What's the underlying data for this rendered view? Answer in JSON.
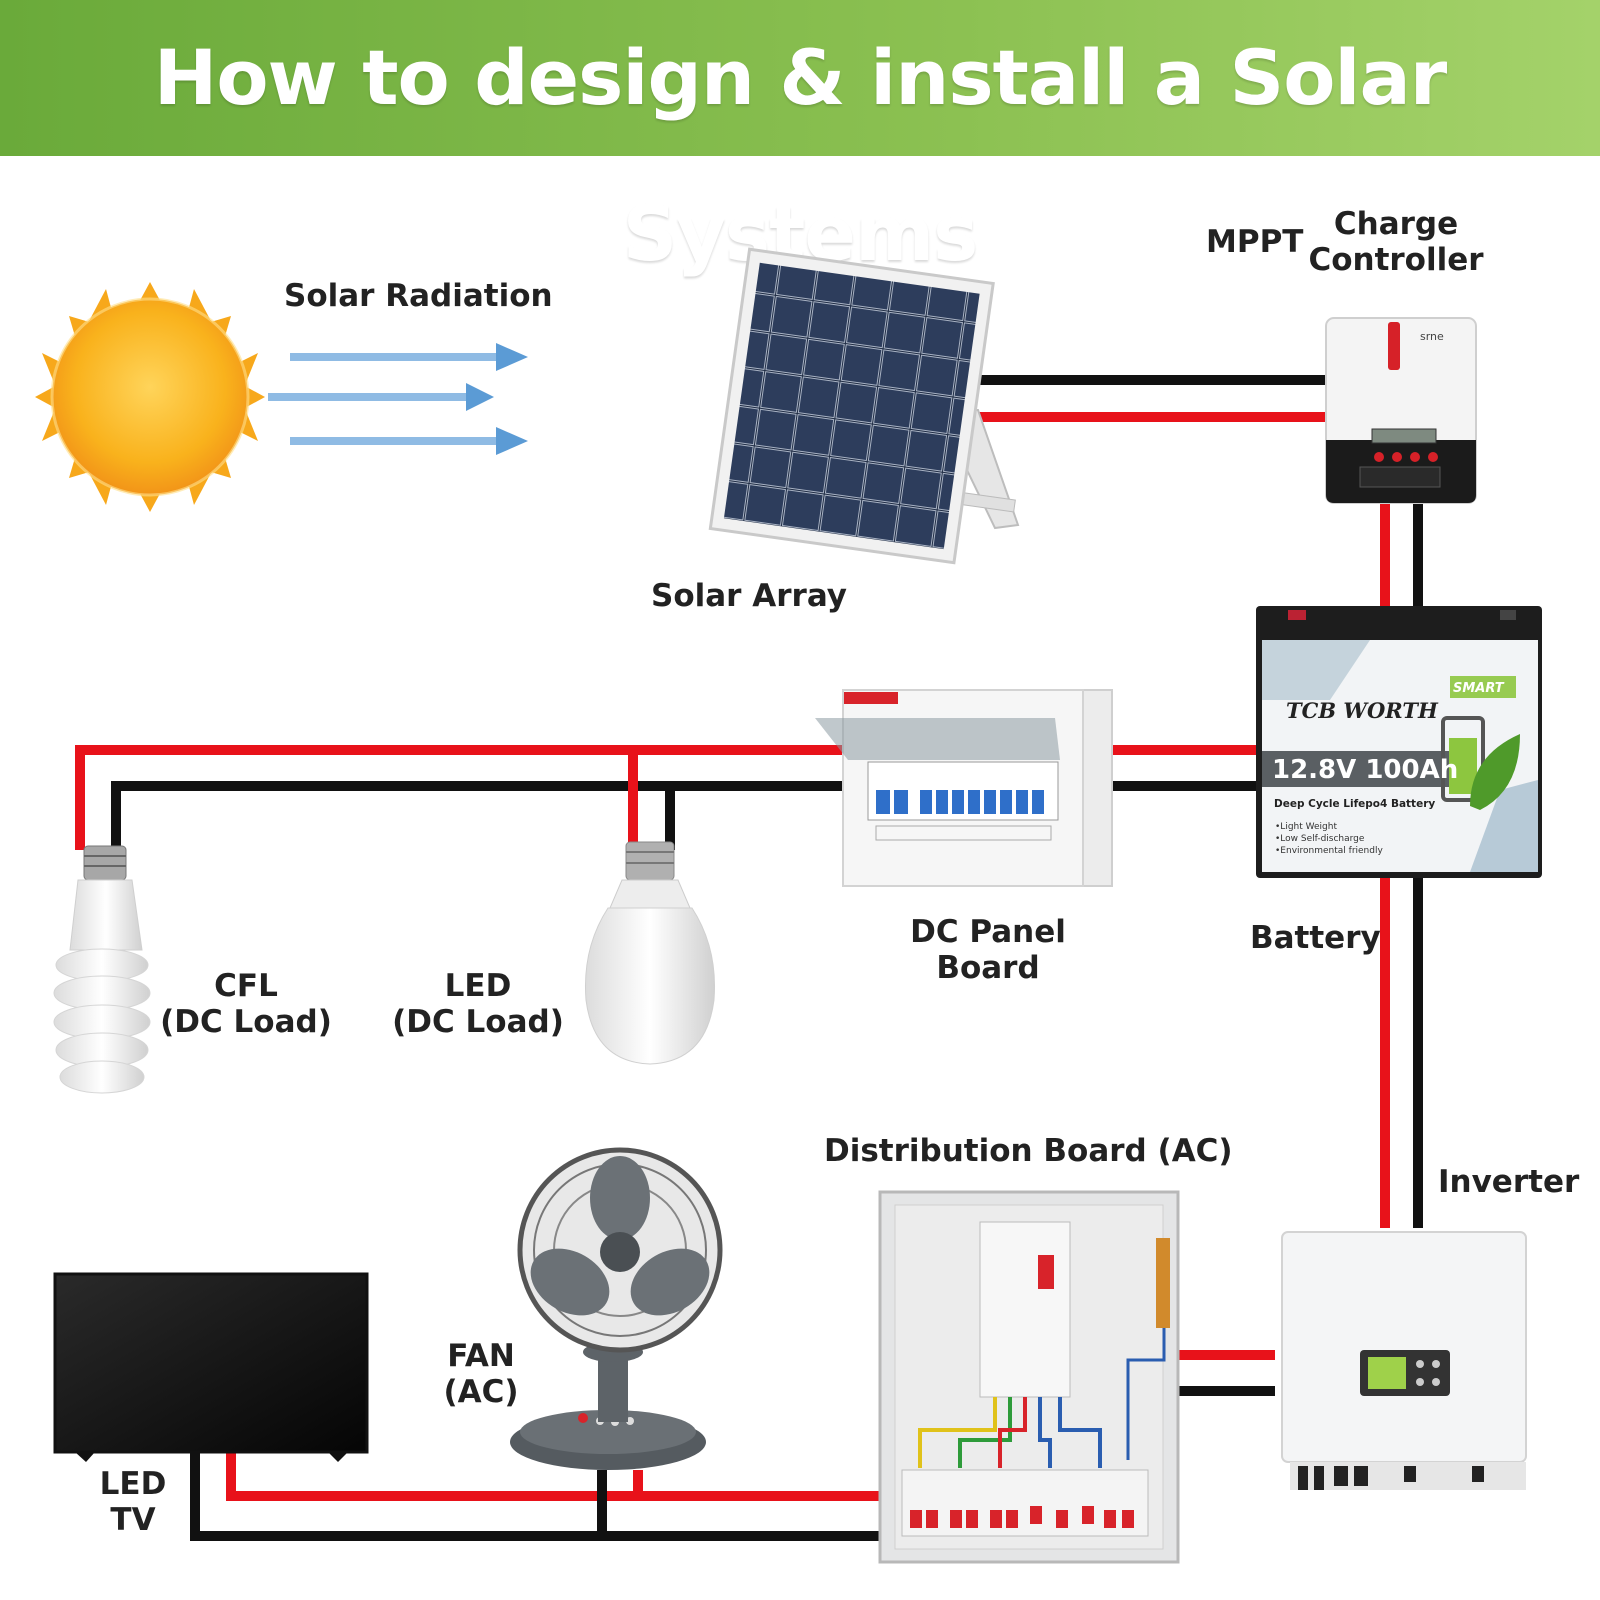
{
  "title": "How to design & install a Solar Systems",
  "labels": {
    "solar_radiation": "Solar Radiation",
    "solar_array": "Solar Array",
    "mppt": "MPPT",
    "charge_controller_1": "Charge",
    "charge_controller_2": "Controller",
    "dc_panel_1": "DC Panel",
    "dc_panel_2": "Board",
    "battery": "Battery",
    "cfl_1": "CFL",
    "cfl_2": "(DC Load)",
    "led_1": "LED",
    "led_2": "(DC Load)",
    "distribution_board": "Distribution Board (AC)",
    "inverter": "Inverter",
    "fan_1": "FAN",
    "fan_2": "(AC)",
    "tv_1": "LED",
    "tv_2": "TV"
  },
  "battery_text": {
    "brand": "TCB WORTH",
    "smart": "SMART",
    "spec": "12.8V 100Ah",
    "type": "Deep Cycle Lifepo4 Battery",
    "f1": "•Light Weight",
    "f2": "•Low Self-discharge",
    "f3": "•Environmental friendly"
  },
  "controller_brand": "srne",
  "colors": {
    "banner": "#7ab648",
    "wire_positive": "#e8121a",
    "wire_negative": "#111111",
    "arrow": "#5b9bd5",
    "sun": "#f7a81b"
  }
}
